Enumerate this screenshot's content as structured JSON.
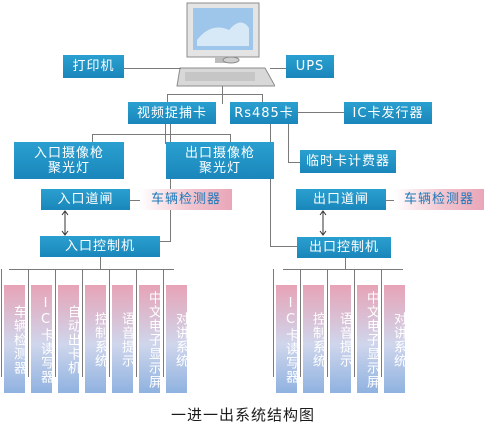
{
  "nodes": {
    "printer": "打印机",
    "ups": "UPS",
    "capture_card": "视频捉捕卡",
    "rs485": "Rs485卡",
    "ic_issuer": "IC卡发行器",
    "entry_camera": "入口摄像枪 聚光灯",
    "exit_camera": "出口摄像枪 聚光灯",
    "temp_meter": "临时卡计费器",
    "entry_gate": "入口道闸",
    "entry_detector": "车辆检测器",
    "exit_gate": "出口道闸",
    "exit_detector": "车辆检测器",
    "entry_controller": "入口控制机",
    "exit_controller": "出口控制机"
  },
  "entry_modules": [
    "车辆检测器",
    "IC卡读写器",
    "自动出卡机",
    "控制系统",
    "语音提示",
    "中文电子显示屏",
    "对讲系统"
  ],
  "exit_modules": [
    "IC卡读写器",
    "控制系统",
    "语音提示",
    "中文电子显示屏",
    "对讲系统"
  ],
  "caption": "一进一出系统结构图",
  "colors": {
    "blue": "#1f93c8",
    "pink": "#e9a6b8",
    "line": "#7a7a7a"
  }
}
